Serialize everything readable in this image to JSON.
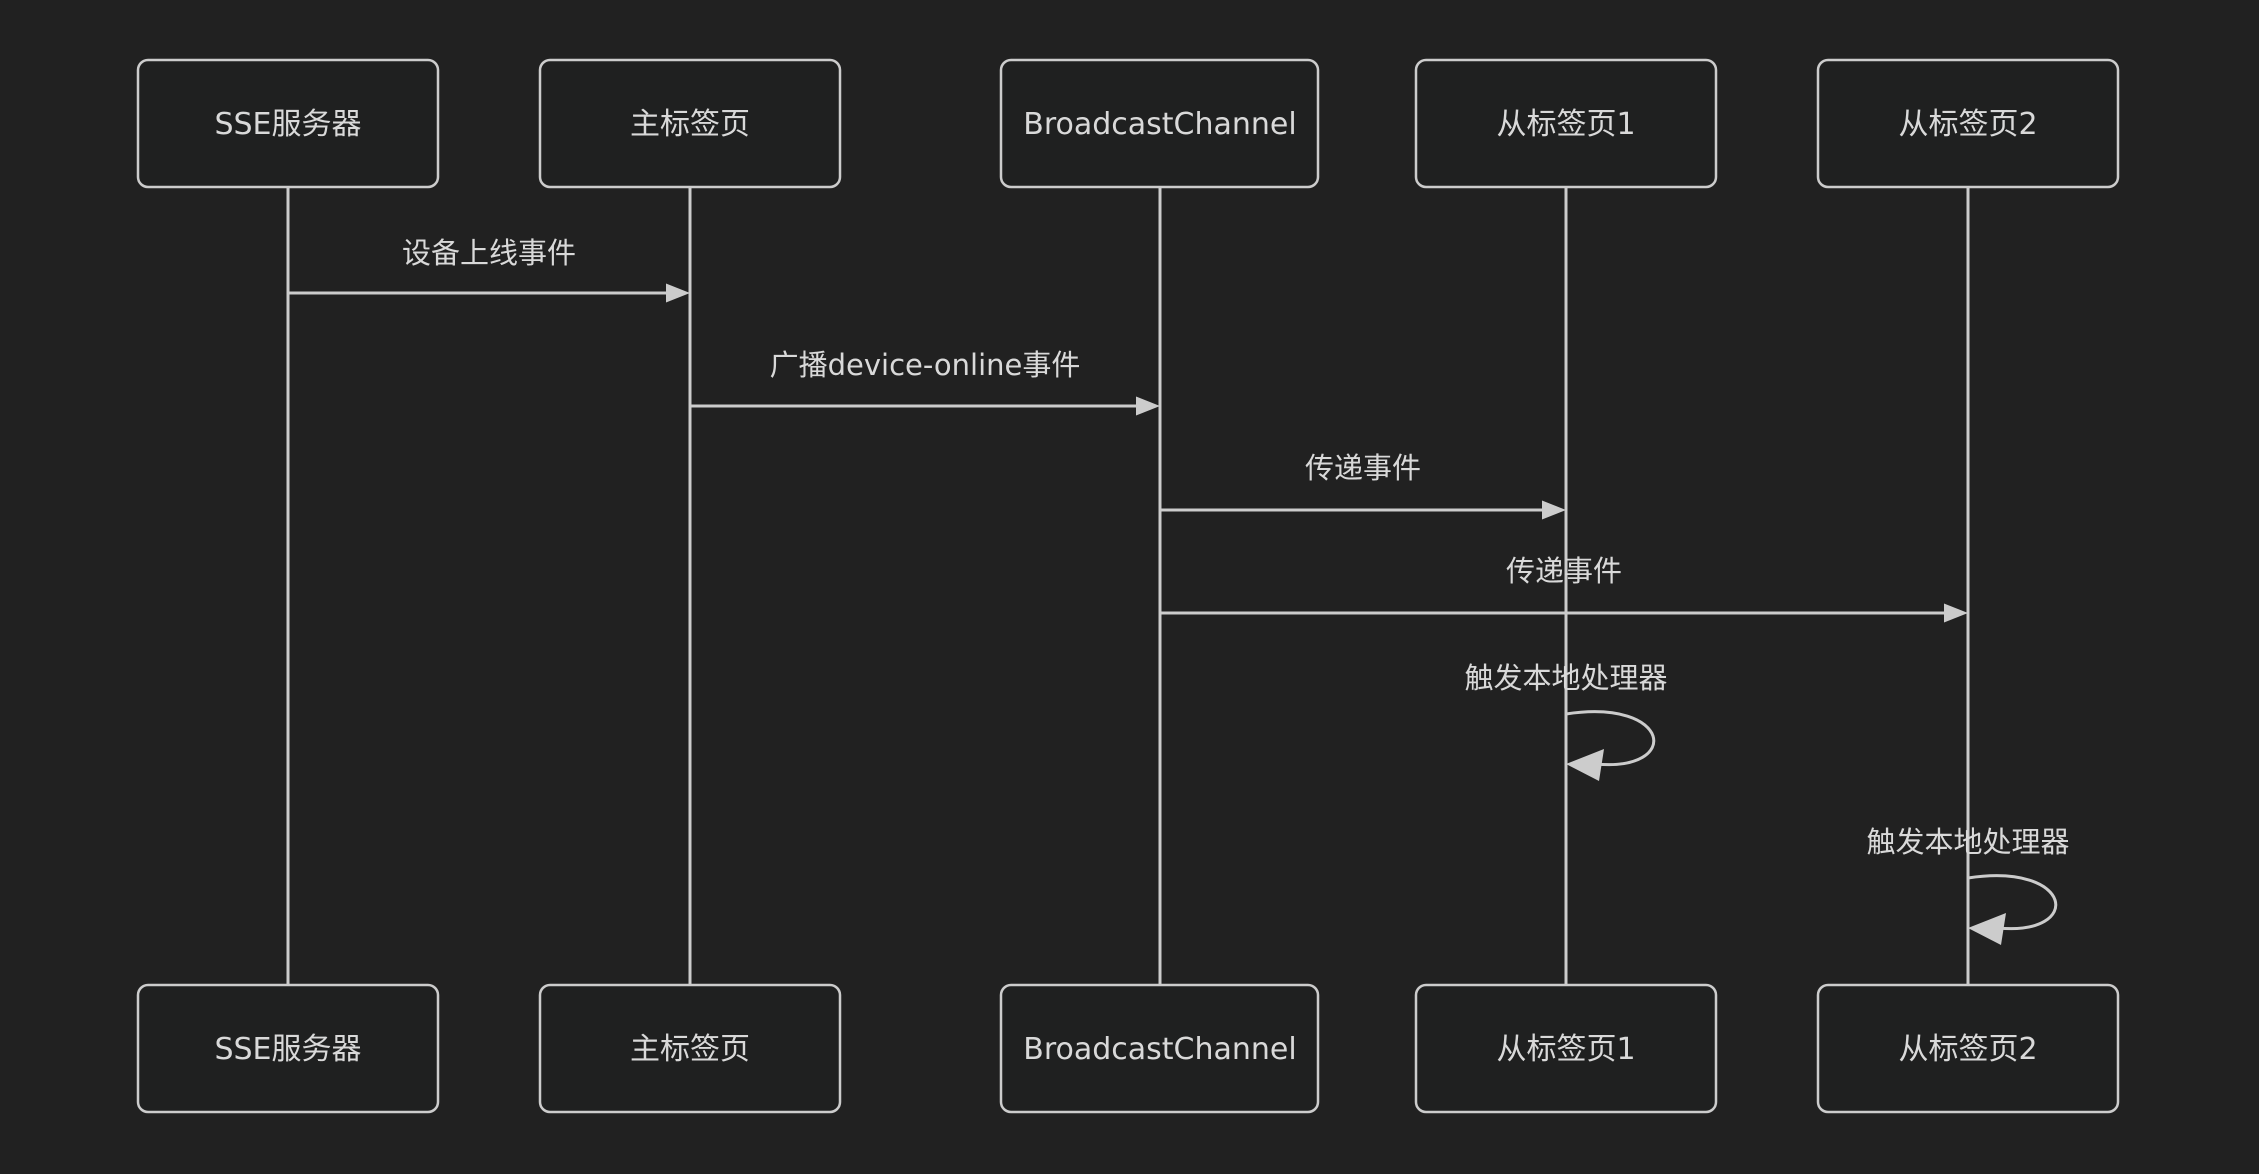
{
  "diagram": {
    "type": "sequence-diagram",
    "actors": [
      {
        "name": "SSE服务器"
      },
      {
        "name": "主标签页"
      },
      {
        "name": "BroadcastChannel"
      },
      {
        "name": "从标签页1"
      },
      {
        "name": "从标签页2"
      }
    ],
    "messages": [
      {
        "from": "SSE服务器",
        "to": "主标签页",
        "label": "设备上线事件",
        "kind": "solid-arrow"
      },
      {
        "from": "主标签页",
        "to": "BroadcastChannel",
        "label": "广播device-online事件",
        "kind": "solid-arrow"
      },
      {
        "from": "BroadcastChannel",
        "to": "从标签页1",
        "label": "传递事件",
        "kind": "solid-arrow"
      },
      {
        "from": "BroadcastChannel",
        "to": "从标签页2",
        "label": "传递事件",
        "kind": "solid-arrow"
      },
      {
        "from": "从标签页1",
        "to": "从标签页1",
        "label": "触发本地处理器",
        "kind": "self-loop"
      },
      {
        "from": "从标签页2",
        "to": "从标签页2",
        "label": "触发本地处理器",
        "kind": "self-loop"
      }
    ],
    "colors": {
      "background": "#212121",
      "actor_fill": "#1f2020",
      "stroke": "#cccccc",
      "text": "#d9d9d9"
    }
  }
}
